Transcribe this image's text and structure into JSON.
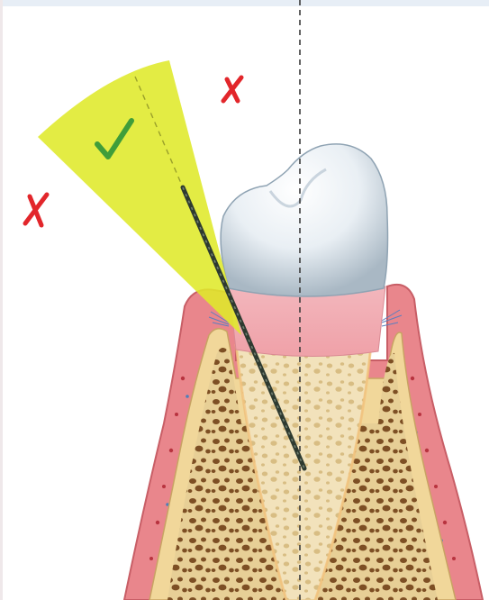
{
  "figure": {
    "markers": [
      {
        "kind": "incorrect",
        "symbol": "✗",
        "color": "#e2262b"
      },
      {
        "kind": "correct",
        "symbol": "✓",
        "color": "#3f9d3a"
      },
      {
        "kind": "incorrect",
        "symbol": "✗",
        "color": "#e2262b"
      }
    ],
    "colors": {
      "angle_zone": "#dfe92a",
      "gingiva": "#e9868c",
      "bone_shell": "#f1d79a",
      "cancellous_bone": "#e6cf96",
      "trabecular_spaces": "#8a5a2a",
      "tooth_crown": "#eaf0f4",
      "tooth_root": "#f6dccf",
      "probe": "#3d4a3e",
      "border_band": "#e7eef6"
    }
  }
}
